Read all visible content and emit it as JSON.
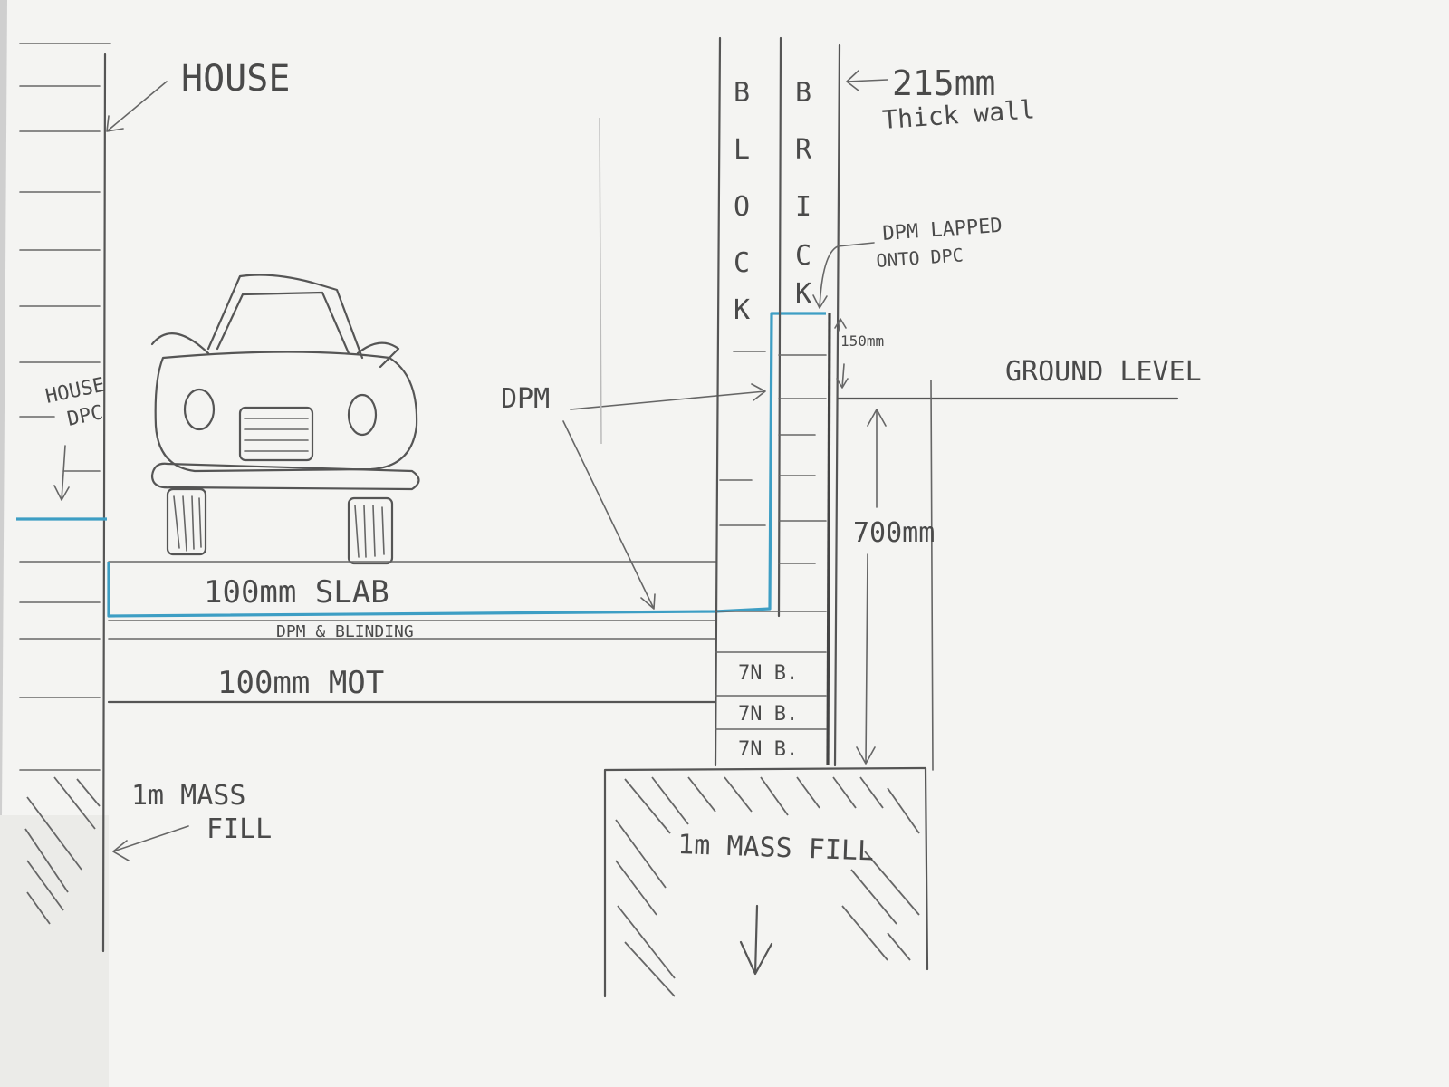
{
  "labels": {
    "house": "HOUSE",
    "house_dpc_1": "HOUSE",
    "house_dpc_2": "DPC",
    "block": [
      "B",
      "L",
      "O",
      "C",
      "K"
    ],
    "brick": [
      "B",
      "R",
      "I",
      "C",
      "K"
    ],
    "wall_thickness_1": "215mm",
    "wall_thickness_2": "Thick wall",
    "dpm_lapped_1": "DPM LAPPED",
    "dpm_lapped_2": "ONTO DPC",
    "dim_150": "150mm",
    "ground_level": "GROUND LEVEL",
    "dpm": "DPM",
    "slab": "100mm SLAB",
    "dpm_blinding": "DPM & BLINDING",
    "mot": "100mm MOT",
    "dim_700": "700mm",
    "trench_block_1": "7N B.",
    "trench_block_2": "7N B.",
    "trench_block_3": "7N B.",
    "mass_fill_left_1": "1m MASS",
    "mass_fill_left_2": "FILL",
    "mass_fill_right": "1m MASS FILL"
  },
  "colors": {
    "paper": "#f4f4f2",
    "pencil": "#555555",
    "dpm_blue": "#3d9ec4"
  }
}
